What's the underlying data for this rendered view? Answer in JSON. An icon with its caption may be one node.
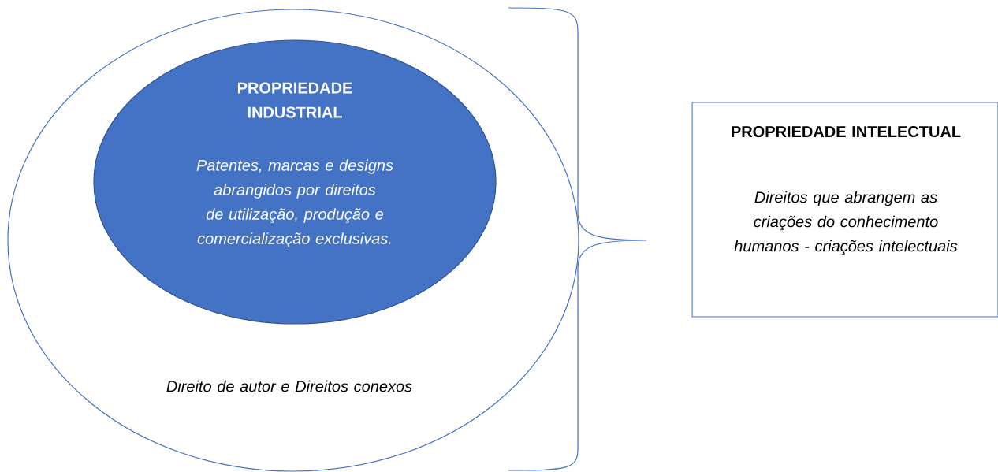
{
  "diagram": {
    "nodes": [
      {
        "text": [
          "Direito de autor e Direitos conexos"
        ]
      },
      {
        "text": [
          "PROPRIEDADE INDUSTRIAL",
          "Patentes, marcas e designs abrangidos por direitos de utilização, produção e comercialização exclusivas."
        ],
        "in": 0
      },
      {
        "text": [
          "PROPRIEDADE INTELECTUAL",
          "Direitos que abrangem as criações do conhecimento humanos - criações intelectuais"
        ]
      }
    ]
  }
}
